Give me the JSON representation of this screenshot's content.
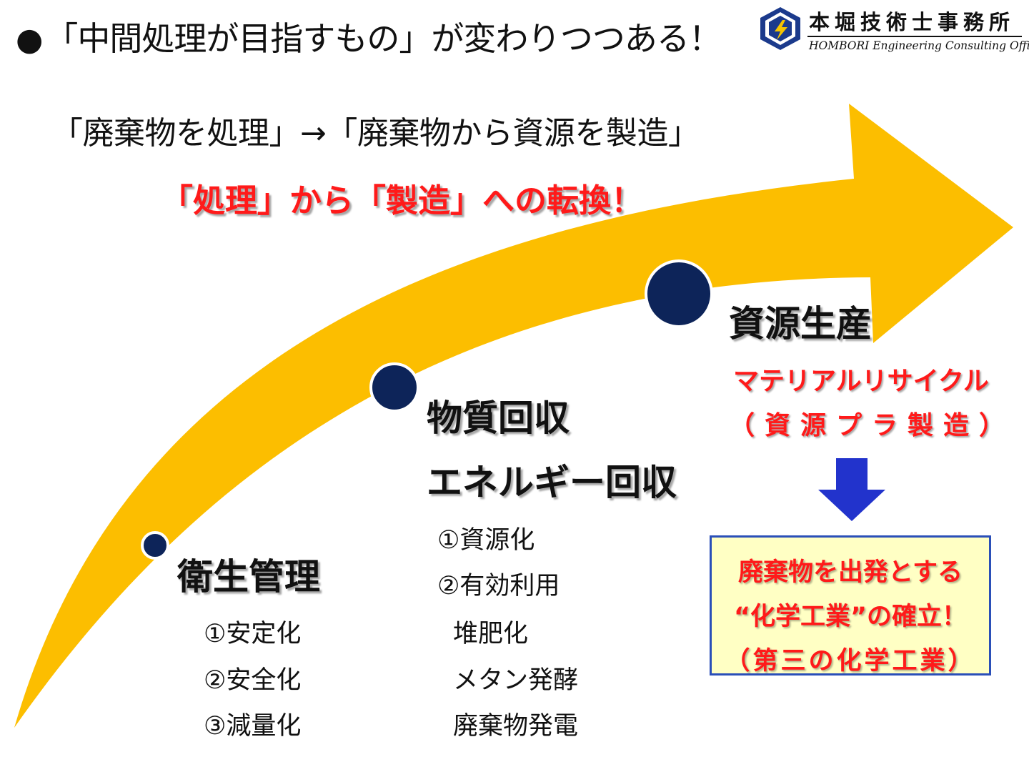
{
  "header": {
    "bullet": "●",
    "title": "「中間処理が目指すもの」が変わりつつある！"
  },
  "logo": {
    "name_jp": "本堀技術士事務所",
    "name_en": "HOMBORI Engineering Consulting Office",
    "colors": {
      "emblem": "#1b3a8c",
      "bolt": "#f5c400"
    }
  },
  "transition": {
    "from_to": "「廃棄物を処理」→「廃棄物から資源を製造」",
    "headline": "「処理」から「製造」への転換！"
  },
  "stages": {
    "hygiene": {
      "label": "衛生管理",
      "items": [
        "①安定化",
        "②安全化",
        "③減量化"
      ]
    },
    "recovery": {
      "label1": "物質回収",
      "label2": "エネルギー回収",
      "items": [
        "①資源化",
        "②有効利用",
        "堆肥化",
        "メタン発酵",
        "廃棄物発電"
      ]
    },
    "resource": {
      "label": "資源生産",
      "sub1": "マテリアルリサイクル",
      "sub2": "（資源プラ製造）"
    }
  },
  "conclusion": {
    "line1": "廃棄物を出発とする",
    "line2": "“化学工業”の確立！",
    "line3": "（第三の化学工業）"
  },
  "colors": {
    "arrow": "#fcbe00",
    "dot": "#0d2459",
    "emphasis_red": "#ff1a1a",
    "down_arrow": "#2233cc",
    "box_fill": "#ffffc4",
    "box_border": "#2a4fb8"
  }
}
